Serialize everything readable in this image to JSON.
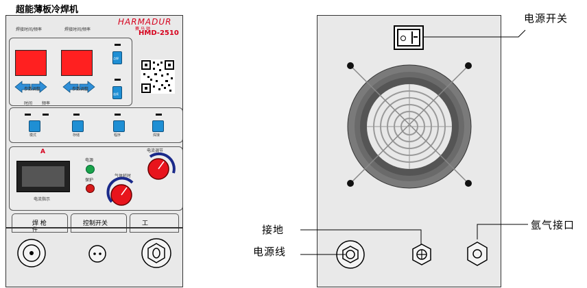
{
  "front": {
    "title": "超能薄板冷焊机",
    "brand": "HARMADUR",
    "brand_cn": "賽马顿",
    "model": "HMD-2510",
    "header_labels": [
      "焊接时间/频率",
      "焊接时间/频率"
    ],
    "adjust_labels": [
      "参数调整",
      "参数调整"
    ],
    "time_label": "时间",
    "freq_label": "频率",
    "side_button_labels": [
      "点焊",
      "连续"
    ],
    "mode_buttons": [
      "模式",
      "存储",
      "程序",
      "焊接"
    ],
    "current_section_label": "A",
    "power_label": "电源",
    "protect_label": "保护",
    "gas_delay_label": "气体延时",
    "current_adjust_label": "电流调节",
    "current_display_label": "电流指示",
    "bottom_tabs": [
      "焊 枪",
      "控制开关",
      "工"
    ],
    "tab_sub": "件"
  },
  "back": {
    "power_switch_label": "电源开关",
    "ground_label": "接地",
    "power_cable_label": "电源线",
    "argon_label": "氩气接口"
  },
  "colors": {
    "panel_bg": "#e9e9e9",
    "segment_red": "#ff2020",
    "button_blue": "#1f8fd4",
    "knob_red": "#e8141c",
    "knob_arc": "#1a2a8a",
    "brand_red": "#d6001c"
  }
}
